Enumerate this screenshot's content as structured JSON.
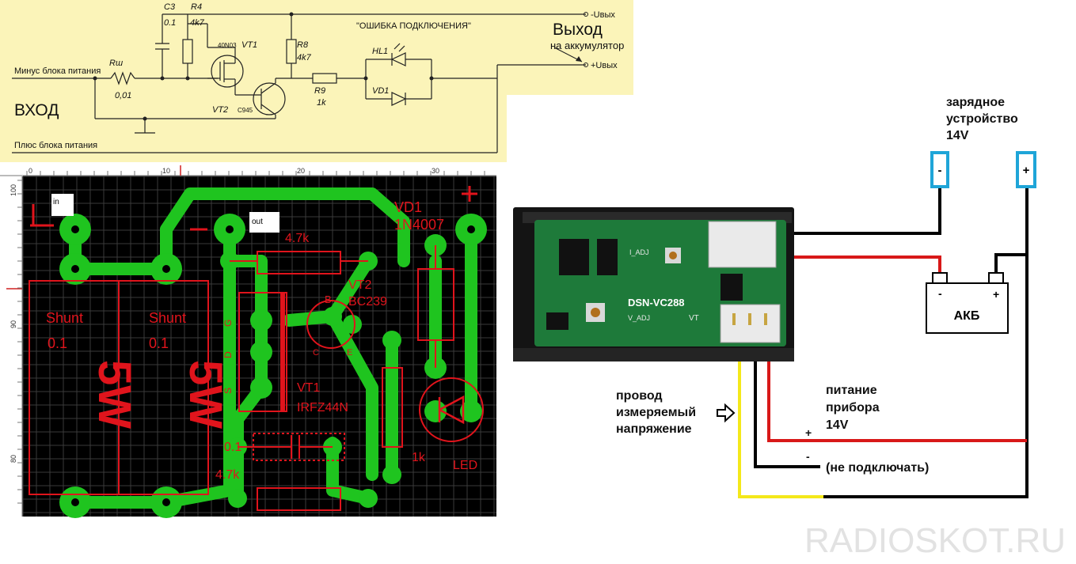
{
  "schematic": {
    "components": {
      "c3_name": "C3",
      "c3_value": "0.1",
      "r4_name": "R4",
      "r4_value": "4k7",
      "vt1_part": "40N03",
      "vt1_name": "VT1",
      "r8_name": "R8",
      "r8_value": "4k7",
      "rsh_name": "Rш",
      "rsh_value": "0,01",
      "vt2_name": "VT2",
      "vt2_part": "C945",
      "r9_name": "R9",
      "r9_value": "1k",
      "hl1_name": "HL1",
      "vd1_name": "VD1"
    },
    "error_label": "\"ОШИБКА ПОДКЛЮЧЕНИЯ\"",
    "minus_input_label": "Минус блока питания",
    "plus_input_label": "Плюс блока питания",
    "input_title": "ВХОД",
    "output_title": "Выход",
    "output_subtitle": "на аккумулятор",
    "out_minus_label": "-Uвых",
    "out_plus_label": "+Uвых"
  },
  "pcb": {
    "ruler_top": [
      "0",
      "10",
      "20",
      "30"
    ],
    "ruler_left": [
      "100",
      "90",
      "80"
    ],
    "in_label": "in",
    "out_label": "out",
    "plus_sign": "+",
    "minus_left": "⊥",
    "minus_sign": "–",
    "r_top_value": "4.7k",
    "vd1_name": "VD1",
    "vd1_part": "1N4007",
    "vt2_name": "VT2",
    "vt2_part": "BC239",
    "vt2_pins": [
      "B",
      "C",
      "E"
    ],
    "vt1_name": "VT1",
    "vt1_part": "IRFZ44N",
    "vt1_pins": [
      "G",
      "D",
      "S"
    ],
    "shunt_label": "Shunt",
    "shunt_value": "0.1",
    "shunt_power": "5W",
    "cap_value": "0.1",
    "r_bottom_value": "4.7k",
    "r_right_value": "1k",
    "led_label": "LED"
  },
  "wiring": {
    "charger_title": "зарядное устройство 14V",
    "charger_line1": "зарядное",
    "charger_line2": "устройство",
    "charger_line3": "14V",
    "terminal_minus": "-",
    "terminal_plus": "+",
    "meter_model": "DSN-VC288",
    "meter_i_adj": "I_ADJ",
    "meter_v_adj": "V_ADJ",
    "meter_vt": "VT",
    "battery_label": "АКБ",
    "battery_minus": "-",
    "battery_plus": "+",
    "wire_measure_line1": "провод",
    "wire_measure_line2": "измеряемый",
    "wire_measure_line3": "напряжение",
    "supply_line1": "питание",
    "supply_line2": "прибора",
    "supply_line3": "14V",
    "supply_plus": "+",
    "supply_minus": "-",
    "not_connect": "(не подключать)",
    "watermark": "RADIOSKOT.RU"
  },
  "colors": {
    "schematic_bg": "#fbf4b9",
    "pcb_bg": "#000000",
    "pcb_trace": "#1fc41f",
    "pcb_silk": "#e0141c",
    "pcb_grid": "#3a3a3a",
    "terminal_blue": "#1fa5d8",
    "wire_black": "#000000",
    "wire_red": "#d81818",
    "wire_yellow": "#f4e81a",
    "meter_green": "#1e7a3a",
    "watermark_gray": "#e2e2e2"
  }
}
